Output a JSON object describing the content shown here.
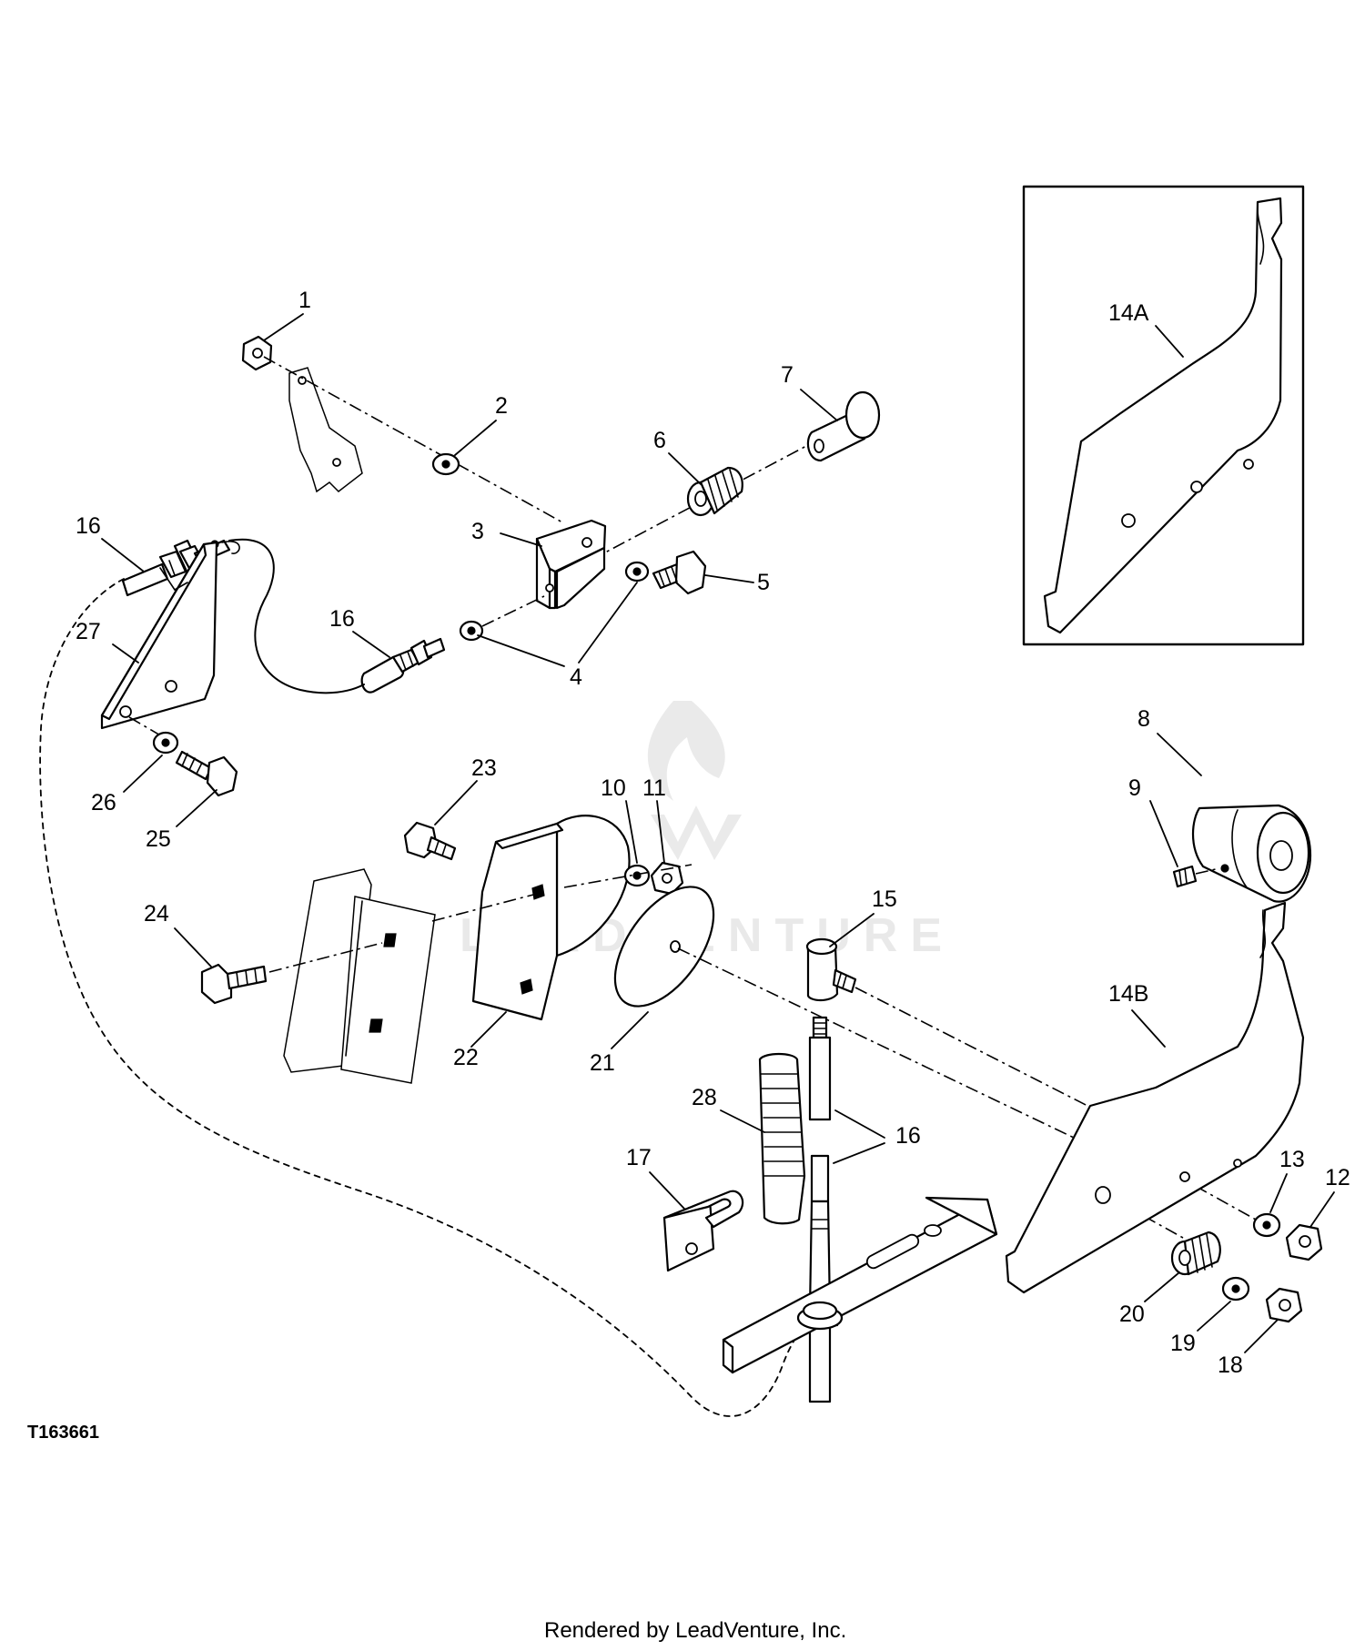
{
  "diagram": {
    "figure_code": "T163661",
    "footer": "Rendered by LeadVenture, Inc.",
    "watermark": "LEADVENTURE",
    "callouts": {
      "c1": "1",
      "c2": "2",
      "c3": "3",
      "c4": "4",
      "c5": "5",
      "c6": "6",
      "c7": "7",
      "c8": "8",
      "c9": "9",
      "c10": "10",
      "c11": "11",
      "c12": "12",
      "c13": "13",
      "c14a": "14A",
      "c14b": "14B",
      "c15": "15",
      "c16_top": "16",
      "c16_mid": "16",
      "c16_low": "16",
      "c17": "17",
      "c18": "18",
      "c19": "19",
      "c20": "20",
      "c21": "21",
      "c22": "22",
      "c23": "23",
      "c24": "24",
      "c25": "25",
      "c26": "26",
      "c27": "27",
      "c28": "28"
    }
  }
}
